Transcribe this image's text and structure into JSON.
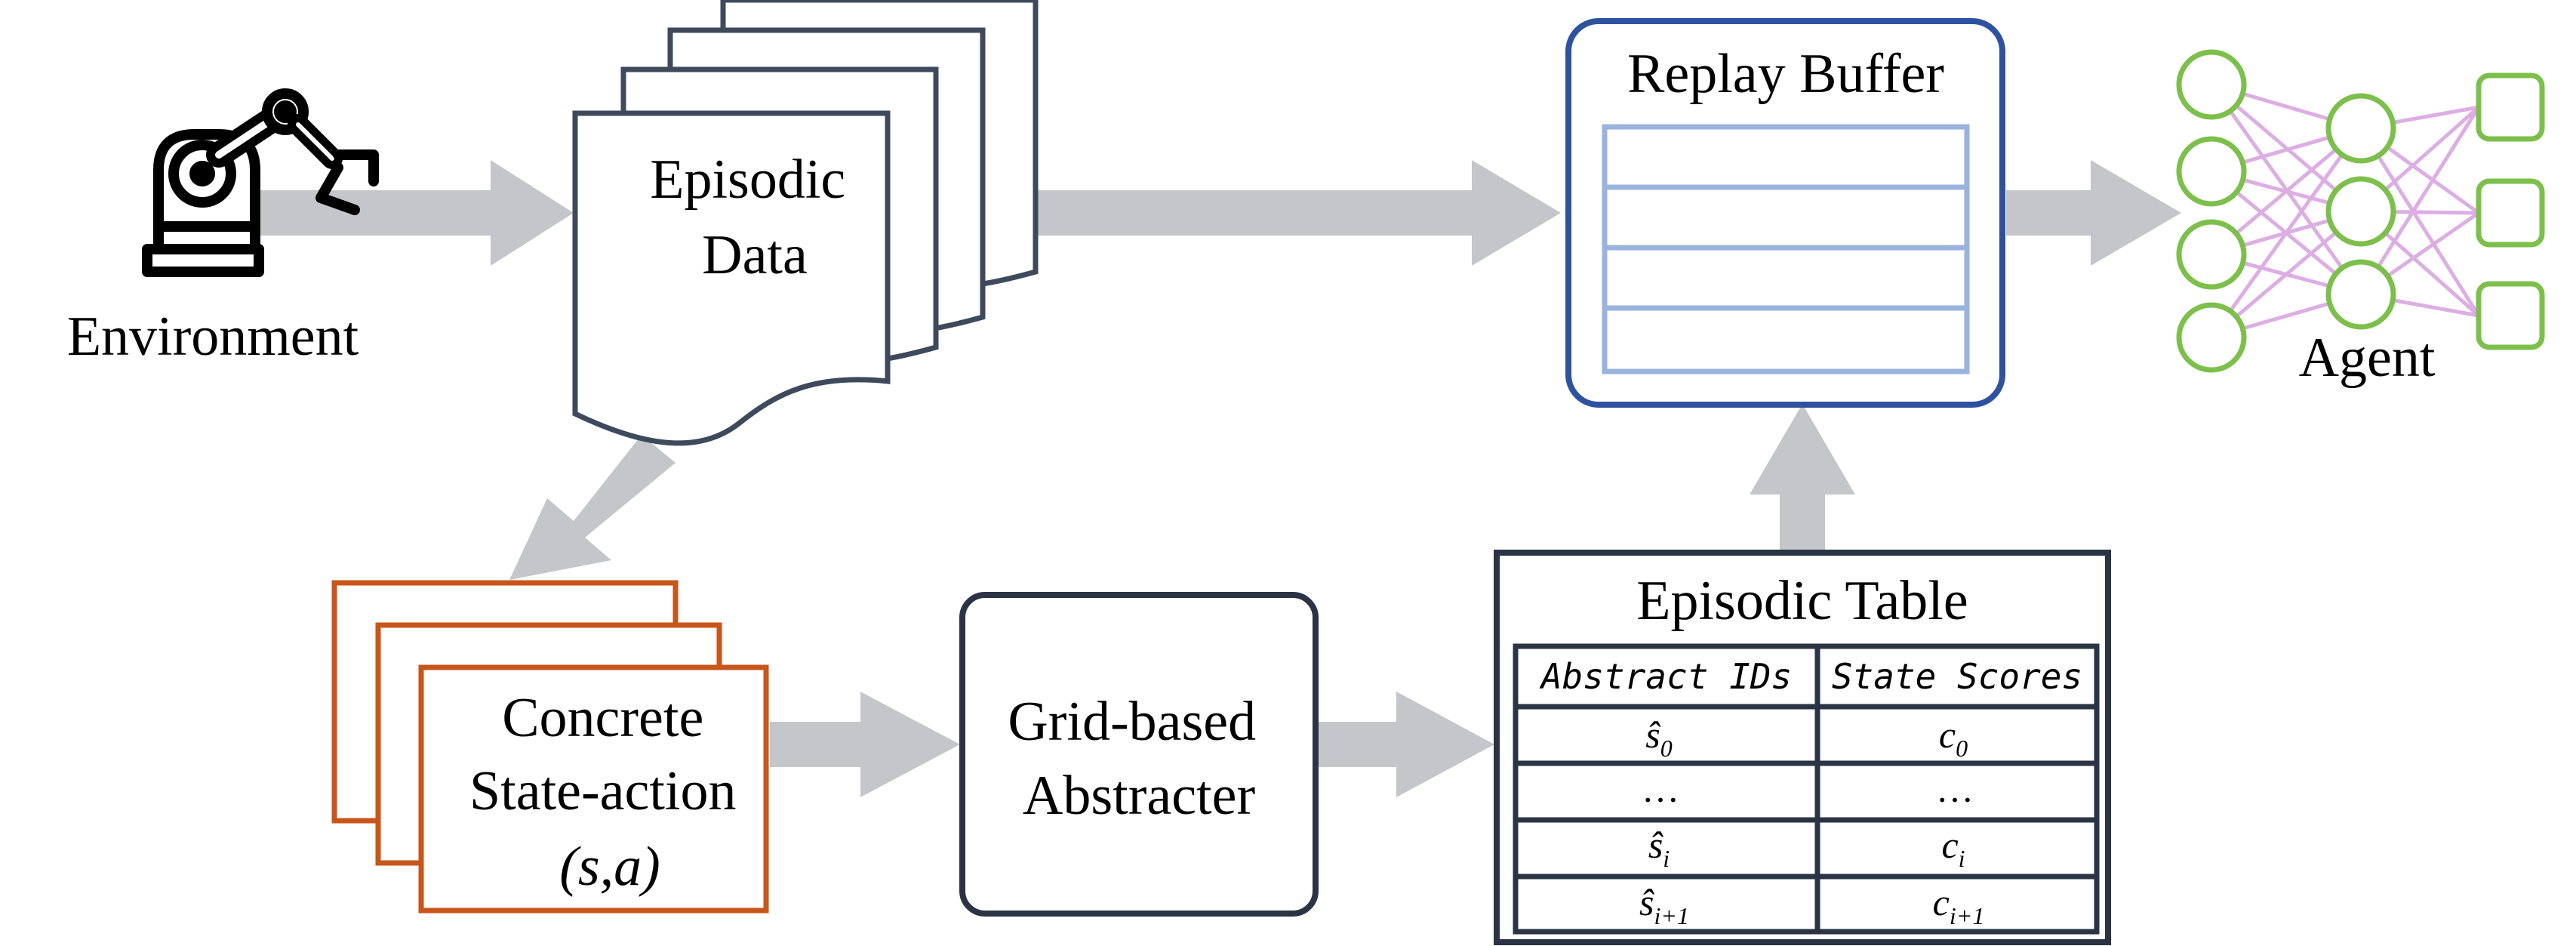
{
  "labels": {
    "environment": "Environment",
    "episodic_data_line1": "Episodic",
    "episodic_data_line2": "Data",
    "replay_buffer": "Replay Buffer",
    "agent": "Agent",
    "concrete_line1": "Concrete",
    "concrete_line2": "State-action",
    "concrete_line3": "(s,a)",
    "abstracter_line1": "Grid-based",
    "abstracter_line2": "Abstracter",
    "episodic_table_title": "Episodic Table"
  },
  "episodic_table": {
    "headers": [
      "Abstract IDs",
      "State Scores"
    ],
    "rows": [
      {
        "id_base": "ŝ",
        "id_sub": "0",
        "score_base": "c",
        "score_sub": "0"
      },
      {
        "id_base": "…",
        "id_sub": "",
        "score_base": "…",
        "score_sub": ""
      },
      {
        "id_base": "ŝ",
        "id_sub": "i",
        "score_base": "c",
        "score_sub": "i"
      },
      {
        "id_base": "ŝ",
        "id_sub": "i+1",
        "score_base": "c",
        "score_sub": "i+1"
      }
    ]
  },
  "colors": {
    "arrow": "#c4c6c9",
    "document_stroke": "#3e4a5c",
    "replay_buffer_stroke": "#2f52a0",
    "replay_buffer_rows": "#9ab3de",
    "concrete_stroke": "#c8561b",
    "box_stroke": "#2a3444",
    "nn_nodes": "#7cc04b",
    "nn_edges": "#d9a6e0",
    "text": "#000000"
  },
  "icons": {
    "environment": "robot-arm-icon",
    "agent": "neural-network-icon"
  }
}
